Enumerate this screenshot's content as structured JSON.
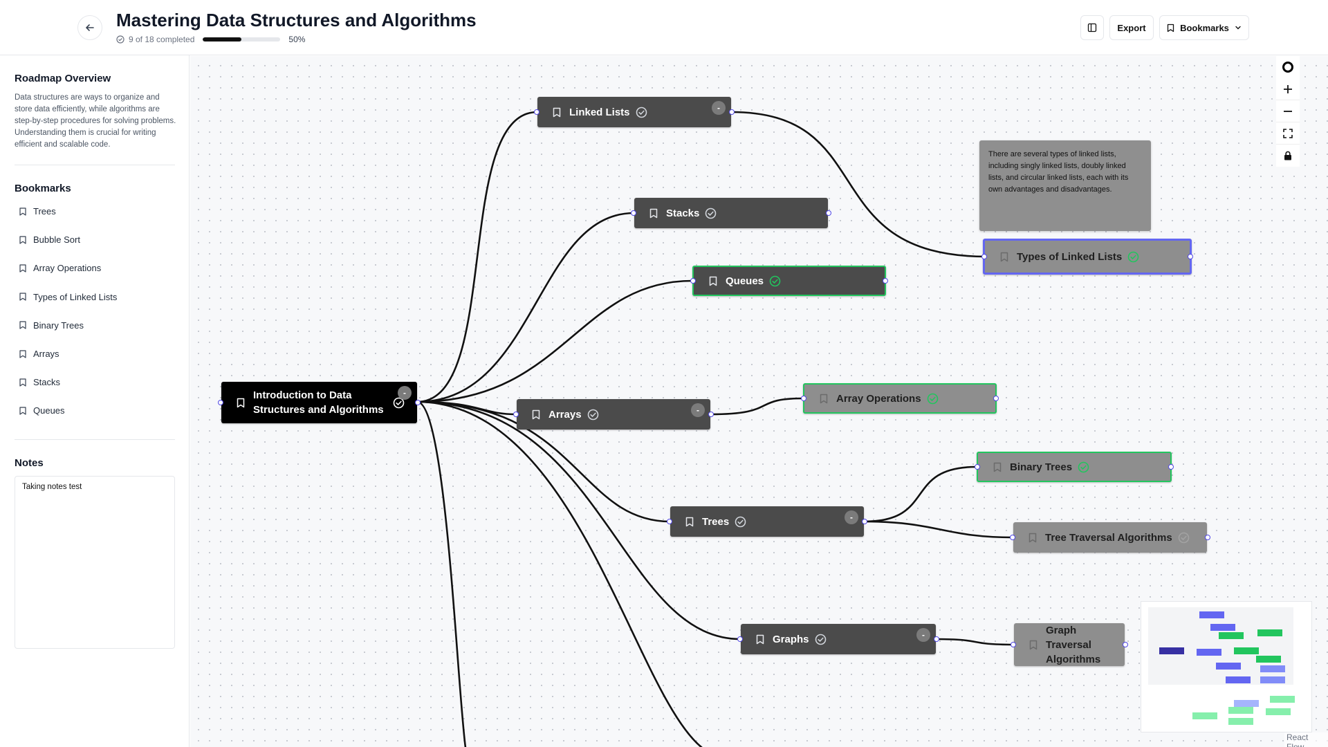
{
  "header": {
    "title": "Mastering Data Structures and Algorithms",
    "progress_text": "9 of 18 completed",
    "progress_fraction": 0.5,
    "progress_pct": "50%",
    "export_label": "Export",
    "bookmarks_label": "Bookmarks"
  },
  "sidebar": {
    "overview_title": "Roadmap Overview",
    "overview_desc": "Data structures are ways to organize and store data efficiently, while algorithms are step-by-step procedures for solving problems. Understanding them is crucial for writing efficient and scalable code.",
    "bookmarks_title": "Bookmarks",
    "bookmarks": [
      "Trees",
      "Bubble Sort",
      "Array Operations",
      "Types of Linked Lists",
      "Binary Trees",
      "Arrays",
      "Stacks",
      "Queues"
    ],
    "notes_title": "Notes",
    "notes_value": "Taking notes test"
  },
  "nodes": {
    "root": "Introduction to Data Structures and Algorithms",
    "linked_lists": "Linked Lists",
    "stacks": "Stacks",
    "queues": "Queues",
    "arrays": "Arrays",
    "trees": "Trees",
    "graphs": "Graphs",
    "types_of_linked_lists": "Types of Linked Lists",
    "array_operations": "Array Operations",
    "binary_trees": "Binary Trees",
    "tree_traversal": "Tree Traversal Algorithms",
    "graph_traversal": "Graph Traversal Algorithms"
  },
  "collapse_symbol": "-",
  "tooltip_text": "There are several types of linked lists, including singly linked lists, doubly linked lists, and circular linked lists, each with its own advantages and disadvantages.",
  "attribution": "React Flow",
  "colors": {
    "completed_border": "#22c55e",
    "selected_border": "#6366f1",
    "handle": "#4f46e5",
    "dark_node": "#4b4b4b",
    "light_node": "#8e8e8e"
  },
  "icons": [
    "back-arrow-icon",
    "sidebar-toggle-icon",
    "bookmark-icon",
    "chevron-down-icon",
    "check-circle-icon",
    "plus-icon",
    "minus-icon",
    "fit-view-icon",
    "lock-icon"
  ]
}
